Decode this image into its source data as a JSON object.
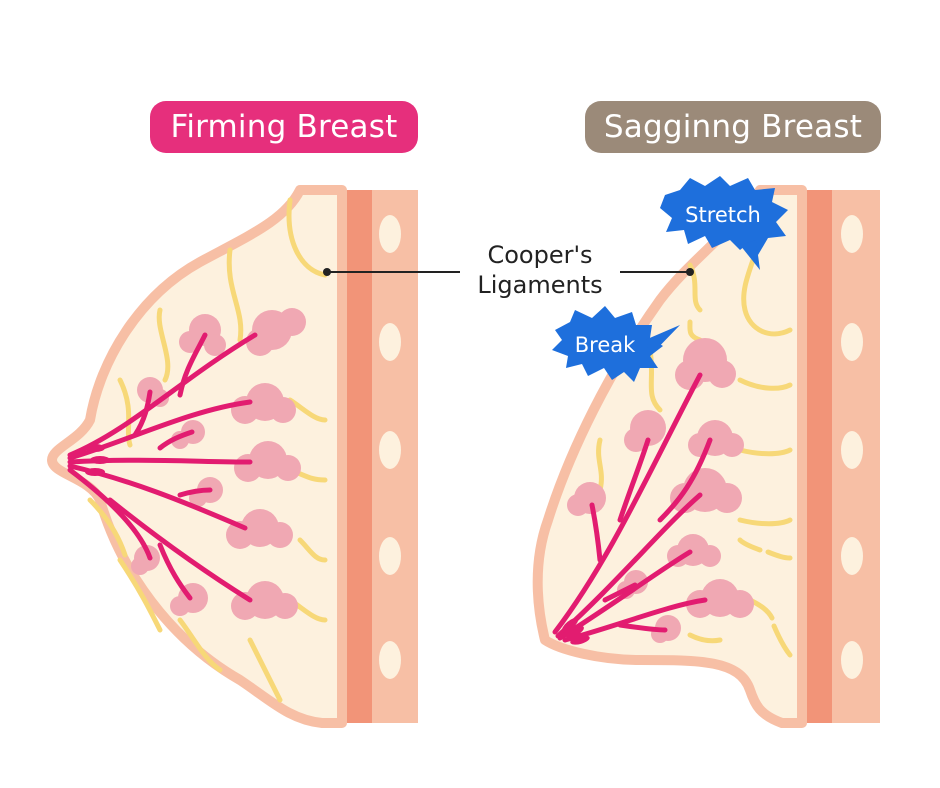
{
  "titles": {
    "left": "Firming Breast",
    "right": "Sagginng Breast"
  },
  "callout": {
    "line1": "Cooper's",
    "line2": "Ligaments"
  },
  "bursts": {
    "stretch": "Stretch",
    "break": "Break"
  },
  "colors": {
    "firming_pill": "#e62f7c",
    "sagging_pill": "#9b8a79",
    "burst": "#1e6fdc",
    "ducts": "#e21c70",
    "lobules": "#f0a8b3",
    "ligaments": "#f7d878",
    "tissue": "#fdf1de",
    "skin": "#f7bfa5",
    "muscle": "#f29478"
  }
}
